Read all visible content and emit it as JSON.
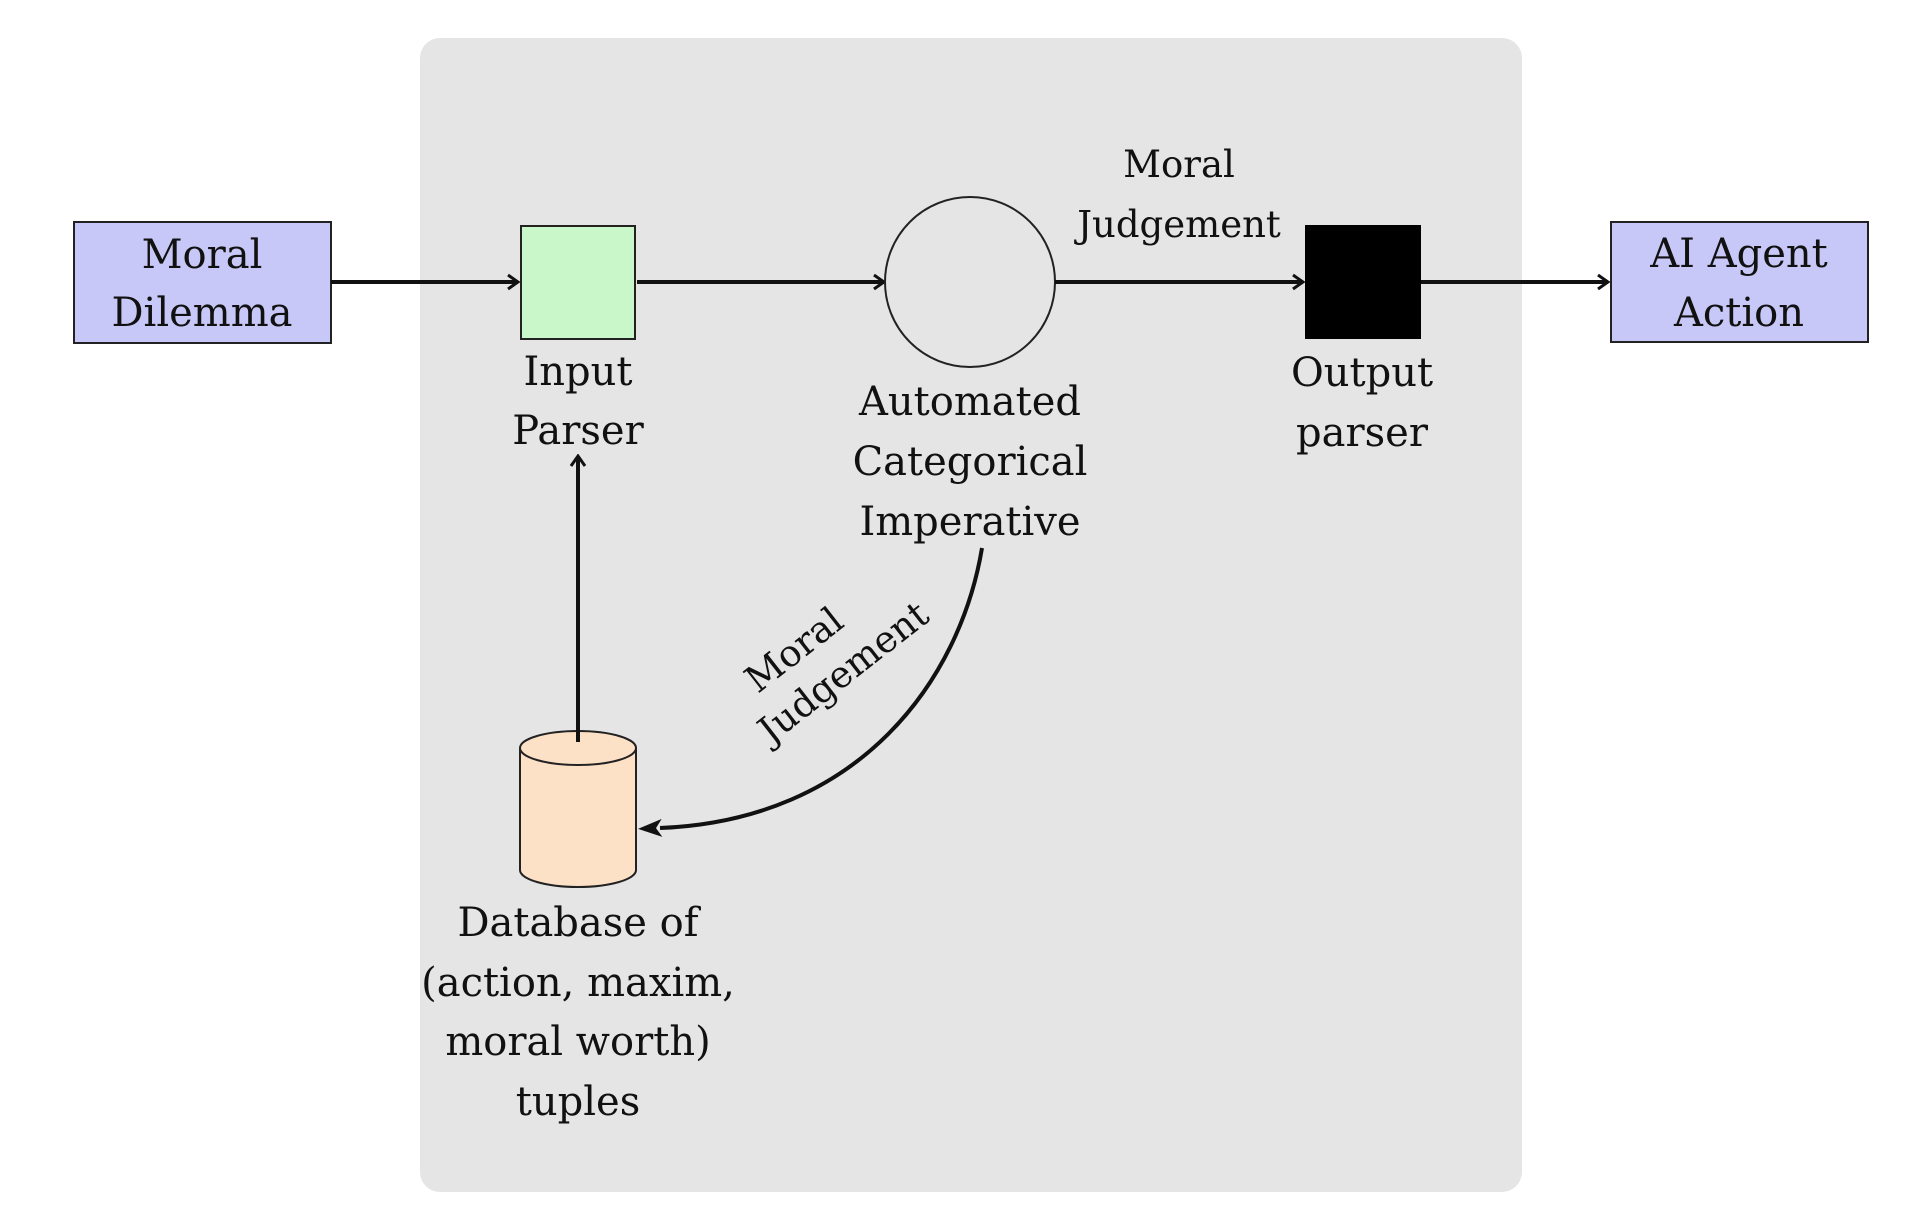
{
  "nodes": {
    "input_box": {
      "line1": "Moral",
      "line2": "Dilemma"
    },
    "input_parser": {
      "line1": "Input",
      "line2": "Parser"
    },
    "categorical_imperative": {
      "line1": "Automated",
      "line2": "Categorical",
      "line3": "Imperative"
    },
    "output_parser": {
      "line1": "Output",
      "line2": "parser"
    },
    "output_box": {
      "line1": "AI Agent",
      "line2": "Action"
    },
    "database": {
      "line1": "Database of",
      "line2": "(action, maxim,",
      "line3": "moral worth)",
      "line4": "tuples"
    }
  },
  "edges": {
    "top_label": {
      "line1": "Moral",
      "line2": "Judgement"
    },
    "curve_label": {
      "line1": "Moral",
      "line2": "Judgement"
    }
  },
  "colors": {
    "panel": "#e5e5e5",
    "io_box": "#c8c8f8",
    "parser_box": "#c9f7c9",
    "database": "#fde1c6",
    "output_parser": "#000000"
  }
}
